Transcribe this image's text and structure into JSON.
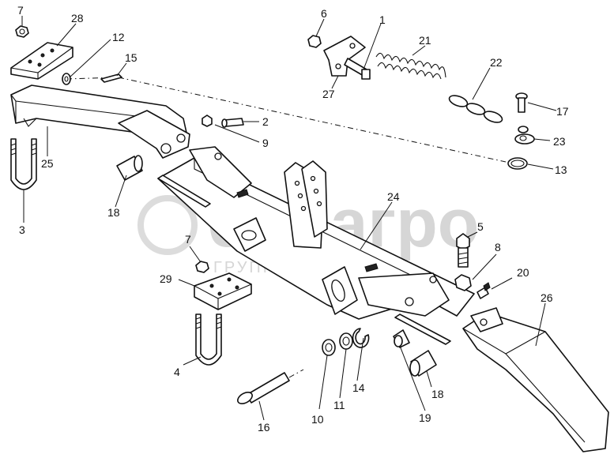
{
  "watermark": {
    "brand": "белагро",
    "tagline": "ГРУППА КОМПАНИЙ"
  },
  "callouts": [
    {
      "id": "c7a",
      "text": "7"
    },
    {
      "id": "c28",
      "text": "28"
    },
    {
      "id": "c12",
      "text": "12"
    },
    {
      "id": "c15",
      "text": "15"
    },
    {
      "id": "c6",
      "text": "6"
    },
    {
      "id": "c1",
      "text": "1"
    },
    {
      "id": "c21",
      "text": "21"
    },
    {
      "id": "c22",
      "text": "22"
    },
    {
      "id": "c27",
      "text": "27"
    },
    {
      "id": "c2",
      "text": "2"
    },
    {
      "id": "c9",
      "text": "9"
    },
    {
      "id": "c17",
      "text": "17"
    },
    {
      "id": "c23",
      "text": "23"
    },
    {
      "id": "c13",
      "text": "13"
    },
    {
      "id": "c25",
      "text": "25"
    },
    {
      "id": "c3",
      "text": "3"
    },
    {
      "id": "c18a",
      "text": "18"
    },
    {
      "id": "c24",
      "text": "24"
    },
    {
      "id": "c5",
      "text": "5"
    },
    {
      "id": "c8",
      "text": "8"
    },
    {
      "id": "c20",
      "text": "20"
    },
    {
      "id": "c26",
      "text": "26"
    },
    {
      "id": "c7b",
      "text": "7"
    },
    {
      "id": "c29",
      "text": "29"
    },
    {
      "id": "c4",
      "text": "4"
    },
    {
      "id": "c10",
      "text": "10"
    },
    {
      "id": "c11",
      "text": "11"
    },
    {
      "id": "c14",
      "text": "14"
    },
    {
      "id": "c19",
      "text": "19"
    },
    {
      "id": "c18b",
      "text": "18"
    },
    {
      "id": "c16",
      "text": "16"
    }
  ]
}
